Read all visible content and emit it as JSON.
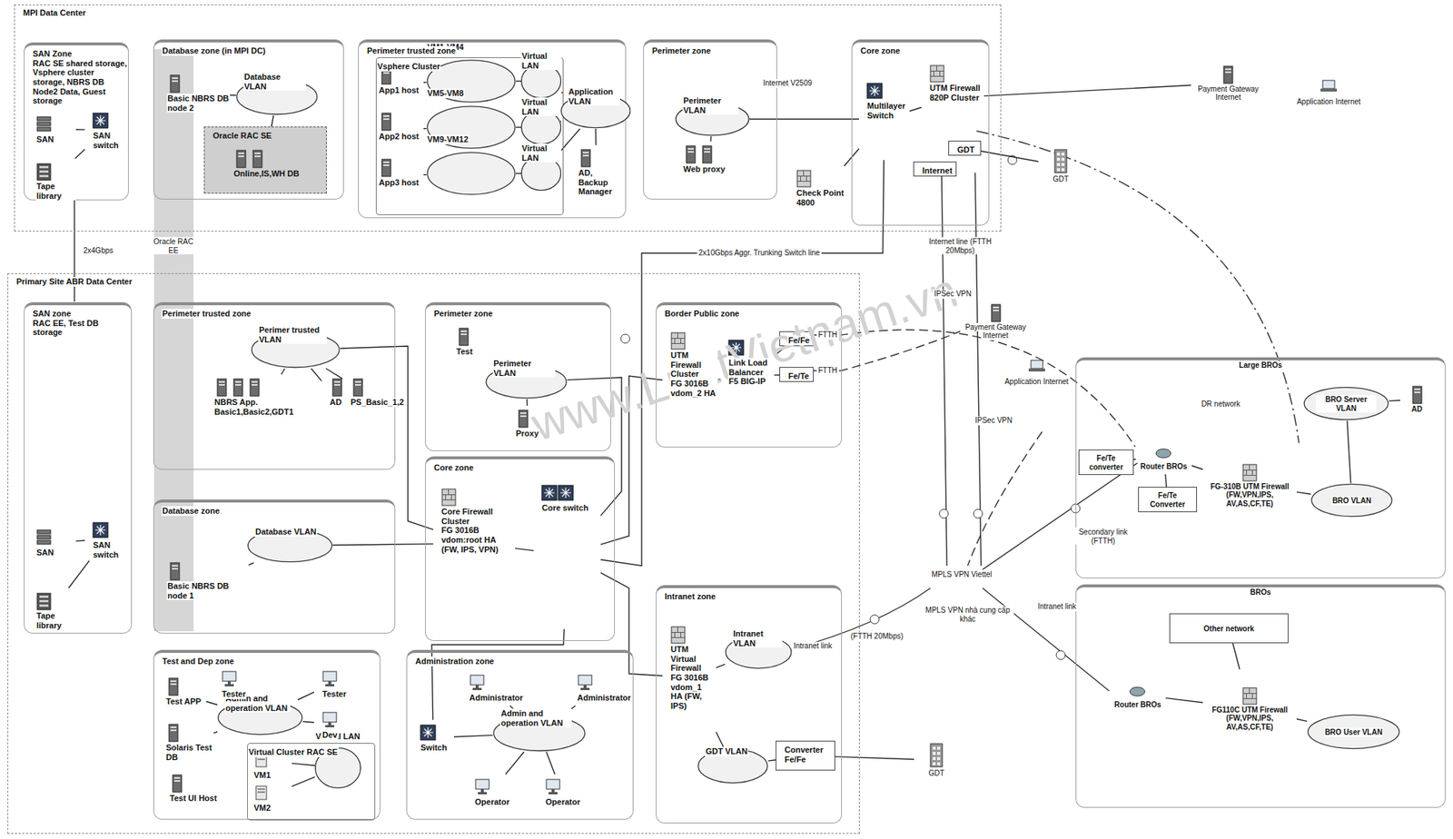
{
  "diagram": {
    "nodes": [
      {
        "text": [
          "MPI Data Center"
        ]
      },
      {
        "text": [
          "SAN Zone",
          "RAC SE shared storage, Vsphere cluster storage, NBRS DB Node2 Data, Guest storage"
        ],
        "in": 0
      },
      {
        "text": [
          "SAN switch"
        ],
        "in": 1
      },
      {
        "text": [
          "SAN"
        ],
        "in": 1
      },
      {
        "text": [
          "Tape library"
        ],
        "in": 1
      },
      {
        "text": [
          "Database zone (in MPI DC)"
        ],
        "in": 0
      },
      {
        "text": [
          "Database VLAN"
        ],
        "in": 5
      },
      {
        "text": [
          "Basic NBRS DB node 2"
        ],
        "in": 5
      },
      {
        "text": [
          "Oracle RAC SE"
        ],
        "in": 5
      },
      {
        "text": [
          "Online,IS,WH DB"
        ],
        "in": 8
      },
      {
        "text": [
          "Perimeter trusted zone"
        ],
        "in": 0
      },
      {
        "text": [
          "Vsphere Cluster"
        ],
        "in": 10
      },
      {
        "text": [
          "App1 host"
        ],
        "in": 11
      },
      {
        "text": [
          "VM1-VM4"
        ],
        "in": 11
      },
      {
        "text": [
          "Virtual LAN"
        ],
        "in": 11
      },
      {
        "text": [
          "App2 host"
        ],
        "in": 11
      },
      {
        "text": [
          "VM5-VM8"
        ],
        "in": 11
      },
      {
        "text": [
          "Virtual LAN"
        ],
        "in": 11
      },
      {
        "text": [
          "App3 host"
        ],
        "in": 11
      },
      {
        "text": [
          "VM9-VM12"
        ],
        "in": 11
      },
      {
        "text": [
          "Virtual LAN"
        ],
        "in": 11
      },
      {
        "text": [
          "Application VLAN"
        ],
        "in": 10
      },
      {
        "text": [
          "AD, Backup Manager"
        ],
        "in": 10
      },
      {
        "text": [
          "Perimeter zone"
        ],
        "in": 0
      },
      {
        "text": [
          "Perimeter VLAN"
        ],
        "in": 23
      },
      {
        "text": [
          "Web proxy"
        ],
        "in": 23
      },
      {
        "text": [
          "Core zone"
        ],
        "in": 0
      },
      {
        "text": [
          "Multilayer Switch"
        ],
        "in": 26
      },
      {
        "text": [
          "UTM Firewall 820P Cluster"
        ],
        "in": 26
      },
      {
        "text": [
          "GDT"
        ],
        "in": 26
      },
      {
        "text": [
          "Internet"
        ],
        "in": 26
      },
      {
        "text": [
          "Check Point 4800"
        ],
        "in": 0
      },
      {
        "text": [
          "Payment Gateway",
          "Internet"
        ]
      },
      {
        "text": [
          "Application Internet"
        ]
      },
      {
        "text": [
          "GDT"
        ]
      },
      {
        "text": [
          "Primary Site ABR Data Center"
        ]
      },
      {
        "text": [
          "SAN zone",
          "RAC EE, Test DB storage"
        ],
        "in": 35
      },
      {
        "text": [
          "SAN switch"
        ],
        "in": 36
      },
      {
        "text": [
          "SAN"
        ],
        "in": 36
      },
      {
        "text": [
          "Tape library"
        ],
        "in": 36
      },
      {
        "text": [
          "Perimeter trusted zone"
        ],
        "in": 35
      },
      {
        "text": [
          "Perimer trusted VLAN"
        ],
        "in": 40
      },
      {
        "text": [
          "NBRS App.",
          "Basic1,Basic2,GDT1"
        ],
        "in": 40
      },
      {
        "text": [
          "AD"
        ],
        "in": 40
      },
      {
        "text": [
          "PS_Basic_1,2"
        ],
        "in": 40
      },
      {
        "text": [
          "Database zone"
        ],
        "in": 35
      },
      {
        "text": [
          "Database VLAN"
        ],
        "in": 45
      },
      {
        "text": [
          "Basic NBRS DB node 1"
        ],
        "in": 45
      },
      {
        "text": [
          "Perimeter zone"
        ],
        "in": 35
      },
      {
        "text": [
          "Test"
        ],
        "in": 48
      },
      {
        "text": [
          "Perimeter VLAN"
        ],
        "in": 48
      },
      {
        "text": [
          "Proxy"
        ],
        "in": 48
      },
      {
        "text": [
          "Core zone"
        ],
        "in": 35
      },
      {
        "text": [
          "Core Firewall Cluster",
          "FG 3016B vdom:root HA (FW, IPS, VPN)"
        ],
        "in": 52
      },
      {
        "text": [
          "Core switch"
        ],
        "in": 52
      },
      {
        "text": [
          "Border Public zone"
        ],
        "in": 35
      },
      {
        "text": [
          "UTM Firewall Cluster",
          "FG 3016B vdom_2 HA"
        ],
        "in": 55
      },
      {
        "text": [
          "Link Load Balancer",
          "F5 BIG-IP"
        ],
        "in": 55
      },
      {
        "text": [
          "Fe/Fe"
        ],
        "in": 55
      },
      {
        "text": [
          "Fe/Te"
        ],
        "in": 55
      },
      {
        "text": [
          "Intranet zone"
        ],
        "in": 35
      },
      {
        "text": [
          "UTM Virtual Firewall",
          "FG 3016B vdom_1 HA (FW, IPS)"
        ],
        "in": 60
      },
      {
        "text": [
          "Intranet VLAN"
        ],
        "in": 60
      },
      {
        "text": [
          "GDT VLAN"
        ],
        "in": 60
      },
      {
        "text": [
          "Converter Fe/Fe"
        ],
        "in": 60
      },
      {
        "text": [
          "Test and Dep zone"
        ],
        "in": 35
      },
      {
        "text": [
          "Tester"
        ],
        "in": 65
      },
      {
        "text": [
          "Test APP"
        ],
        "in": 65
      },
      {
        "text": [
          "Admin and operation VLAN"
        ],
        "in": 65
      },
      {
        "text": [
          "Tester"
        ],
        "in": 65
      },
      {
        "text": [
          "Dev"
        ],
        "in": 65
      },
      {
        "text": [
          "Solaris Test DB"
        ],
        "in": 65
      },
      {
        "text": [
          "Virtual Cluster RAC SE"
        ],
        "in": 65
      },
      {
        "text": [
          "VM1"
        ],
        "in": 72
      },
      {
        "text": [
          "VM2"
        ],
        "in": 72
      },
      {
        "text": [
          "Virtual LAN"
        ],
        "in": 72
      },
      {
        "text": [
          "Test UI Host"
        ],
        "in": 65
      },
      {
        "text": [
          "Administration zone"
        ],
        "in": 35
      },
      {
        "text": [
          "Switch"
        ],
        "in": 77
      },
      {
        "text": [
          "Admin and operation VLAN"
        ],
        "in": 77
      },
      {
        "text": [
          "Administrator"
        ],
        "in": 77
      },
      {
        "text": [
          "Administrator"
        ],
        "in": 77
      },
      {
        "text": [
          "Operator"
        ],
        "in": 77
      },
      {
        "text": [
          "Operator"
        ],
        "in": 77
      },
      {
        "text": [
          "GDT"
        ]
      },
      {
        "text": [
          "Payment Gateway",
          "Internet"
        ]
      },
      {
        "text": [
          "Application Internet"
        ]
      },
      {
        "text": [
          "Large BROs"
        ]
      },
      {
        "text": [
          "BRO Server VLAN"
        ],
        "in": 87
      },
      {
        "text": [
          "AD"
        ],
        "in": 87
      },
      {
        "text": [
          "Router BROs"
        ],
        "in": 87
      },
      {
        "text": [
          "FG-310B UTM Firewall (FW,VPN,IPS, AV,AS,CF,TE)"
        ],
        "in": 87
      },
      {
        "text": [
          "BRO VLAN"
        ],
        "in": 87
      },
      {
        "text": [
          "Fe/Te converter"
        ],
        "in": 87
      },
      {
        "text": [
          "Fe/Te Converter"
        ],
        "in": 87
      },
      {
        "text": [
          "BROs"
        ]
      },
      {
        "text": [
          "Other network"
        ],
        "in": 95
      },
      {
        "text": [
          "Router BROs"
        ],
        "in": 95
      },
      {
        "text": [
          "FG110C UTM Firewall (FW,VPN,IPS, AV,AS,CF,TE)"
        ],
        "in": 95
      },
      {
        "text": [
          "BRO User VLAN"
        ],
        "in": 95
      }
    ],
    "edges": [
      {
        "from": 6,
        "to": 7,
        "arrow": "none"
      },
      {
        "from": 6,
        "to": 8,
        "arrow": "none"
      },
      {
        "from": 12,
        "to": 13,
        "arrow": "none"
      },
      {
        "from": 13,
        "to": 14,
        "arrow": "none"
      },
      {
        "from": 15,
        "to": 16,
        "arrow": "none"
      },
      {
        "from": 16,
        "to": 17,
        "arrow": "none"
      },
      {
        "from": 18,
        "to": 19,
        "arrow": "none"
      },
      {
        "from": 19,
        "to": 20,
        "arrow": "none"
      },
      {
        "from": 14,
        "to": 21,
        "arrow": "none"
      },
      {
        "from": 17,
        "to": 21,
        "arrow": "none"
      },
      {
        "from": 20,
        "to": 21,
        "arrow": "none"
      },
      {
        "from": 21,
        "to": 22,
        "arrow": "none"
      },
      {
        "from": 24,
        "to": 25,
        "arrow": "none"
      },
      {
        "from": 24,
        "to": 27,
        "arrow": "none"
      },
      {
        "from": 27,
        "to": 28,
        "arrow": "none"
      },
      {
        "from": 28,
        "to": 32,
        "arrow": "none"
      },
      {
        "from": 27,
        "to": 31,
        "arrow": "none"
      },
      {
        "from": 27,
        "to": 54,
        "label": "2x10Gbps Aggr. Trunking Switch line",
        "arrow": "none"
      },
      {
        "from": 29,
        "to": 34,
        "arrow": "none"
      },
      {
        "from": 3,
        "to": 2,
        "arrow": "none"
      },
      {
        "from": 4,
        "to": 2,
        "arrow": "none"
      },
      {
        "from": 38,
        "to": 37,
        "arrow": "none"
      },
      {
        "from": 39,
        "to": 37,
        "arrow": "none"
      },
      {
        "from": 41,
        "to": 42,
        "arrow": "none"
      },
      {
        "from": 41,
        "to": 43,
        "arrow": "none"
      },
      {
        "from": 41,
        "to": 44,
        "arrow": "none"
      },
      {
        "from": 41,
        "to": 53,
        "arrow": "none"
      },
      {
        "from": 46,
        "to": 47,
        "arrow": "none"
      },
      {
        "from": 46,
        "to": 53,
        "arrow": "none"
      },
      {
        "from": 50,
        "to": 49,
        "arrow": "none"
      },
      {
        "from": 50,
        "to": 51,
        "arrow": "none"
      },
      {
        "from": 50,
        "to": 54,
        "arrow": "none"
      },
      {
        "from": 53,
        "to": 54,
        "arrow": "none"
      },
      {
        "from": 54,
        "to": 56,
        "arrow": "none"
      },
      {
        "from": 56,
        "to": 57,
        "arrow": "none"
      },
      {
        "from": 57,
        "to": 58,
        "arrow": "none"
      },
      {
        "from": 57,
        "to": 59,
        "arrow": "none"
      },
      {
        "from": 54,
        "to": 61,
        "arrow": "none"
      },
      {
        "from": 61,
        "to": 62,
        "arrow": "none"
      },
      {
        "from": 61,
        "to": 63,
        "arrow": "none"
      },
      {
        "from": 63,
        "to": 64,
        "arrow": "none"
      },
      {
        "from": 64,
        "to": 84,
        "arrow": "none"
      },
      {
        "from": 68,
        "to": 66,
        "arrow": "none"
      },
      {
        "from": 68,
        "to": 67,
        "arrow": "none"
      },
      {
        "from": 68,
        "to": 69,
        "arrow": "none"
      },
      {
        "from": 68,
        "to": 70,
        "arrow": "none"
      },
      {
        "from": 68,
        "to": 71,
        "arrow": "none"
      },
      {
        "from": 75,
        "to": 73,
        "arrow": "none"
      },
      {
        "from": 75,
        "to": 74,
        "arrow": "none"
      },
      {
        "from": 78,
        "to": 79,
        "arrow": "none"
      },
      {
        "from": 79,
        "to": 80,
        "arrow": "none"
      },
      {
        "from": 79,
        "to": 81,
        "arrow": "none"
      },
      {
        "from": 79,
        "to": 82,
        "arrow": "none"
      },
      {
        "from": 79,
        "to": 83,
        "arrow": "none"
      },
      {
        "from": 78,
        "to": 54,
        "arrow": "none"
      },
      {
        "from": 88,
        "to": 89,
        "arrow": "none"
      },
      {
        "from": 93,
        "to": 90,
        "arrow": "none"
      },
      {
        "from": 94,
        "to": 90,
        "arrow": "none"
      },
      {
        "from": 90,
        "to": 91,
        "arrow": "none"
      },
      {
        "from": 91,
        "to": 92,
        "arrow": "none"
      },
      {
        "from": 92,
        "to": 88,
        "arrow": "none"
      },
      {
        "from": 96,
        "to": 98,
        "arrow": "none"
      },
      {
        "from": 97,
        "to": 98,
        "arrow": "none"
      },
      {
        "from": 98,
        "to": 99,
        "arrow": "none"
      }
    ],
    "labels": [
      "Internet V2509",
      "2x4Gbps",
      "Oracle RAC EE",
      "Internet line (FTTH 20Mbps)",
      "IPSec VPN",
      "IPSec VPN",
      "MPLS VPN Viettel",
      "MPLS VPN nhà cung cấp khác",
      "Intranet link",
      "(FTTH 20Mbps)",
      "Intranet link",
      "FTTH",
      "FTTH",
      "DR network",
      "Secondary link (FTTH)",
      "www.LuatVietnam.vn"
    ]
  }
}
